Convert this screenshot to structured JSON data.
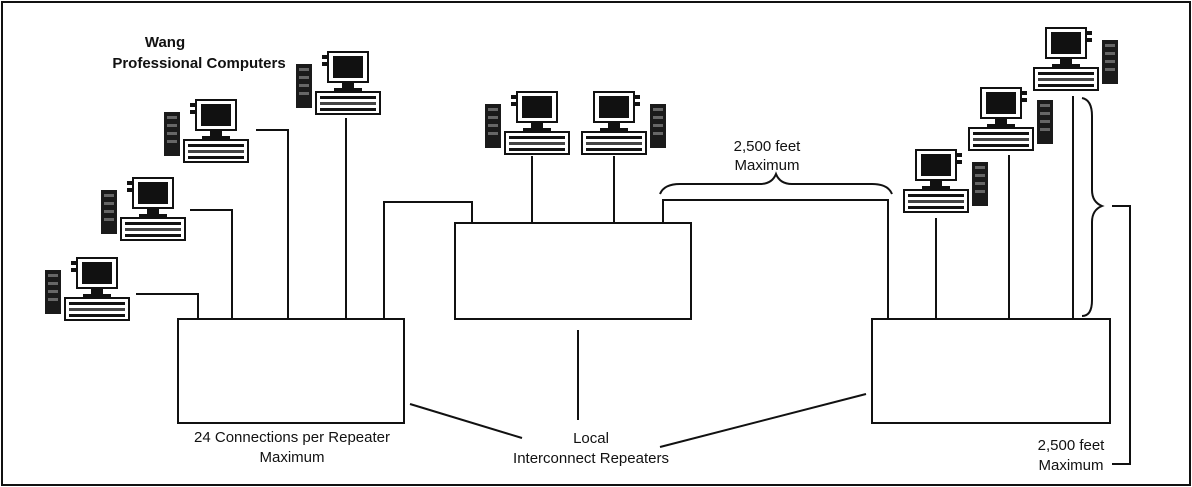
{
  "labels": {
    "computers_line1": "Wang",
    "computers_line2": "Professional Computers",
    "distance_top_line1": "2,500 feet",
    "distance_top_line2": "Maximum",
    "connections_line1": "24 Connections per Repeater",
    "connections_line2": "Maximum",
    "repeaters_line1": "Local",
    "repeaters_line2": "Interconnect Repeaters",
    "distance_right_line1": "2,500 feet",
    "distance_right_line2": "Maximum"
  },
  "icons": {
    "workstation": "personal-computer-icon",
    "repeater": "repeater-box"
  },
  "colors": {
    "ink": "#111111",
    "paper": "#ffffff"
  }
}
